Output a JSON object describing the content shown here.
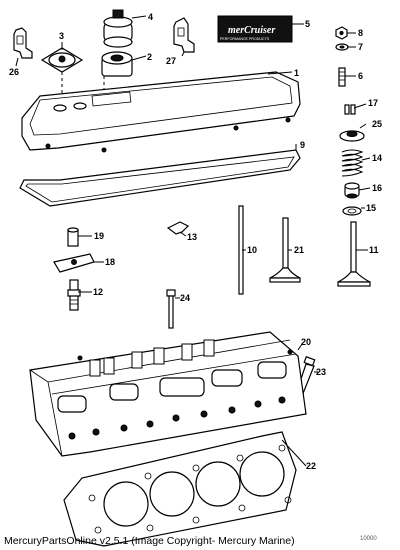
{
  "logo": {
    "brand_text": "merCruiser",
    "tagline_text": "PERFORMANCE PRODUCTS"
  },
  "callouts": [
    "1",
    "2",
    "3",
    "4",
    "5",
    "6",
    "7",
    "8",
    "9",
    "10",
    "11",
    "12",
    "13",
    "14",
    "15",
    "16",
    "17",
    "18",
    "19",
    "20",
    "21",
    "22",
    "23",
    "24",
    "25",
    "26",
    "27"
  ],
  "caption": "MercuryPartsOnline v2.5.1 (Image Copyright- Mercury Marine)",
  "footnote": "10000"
}
